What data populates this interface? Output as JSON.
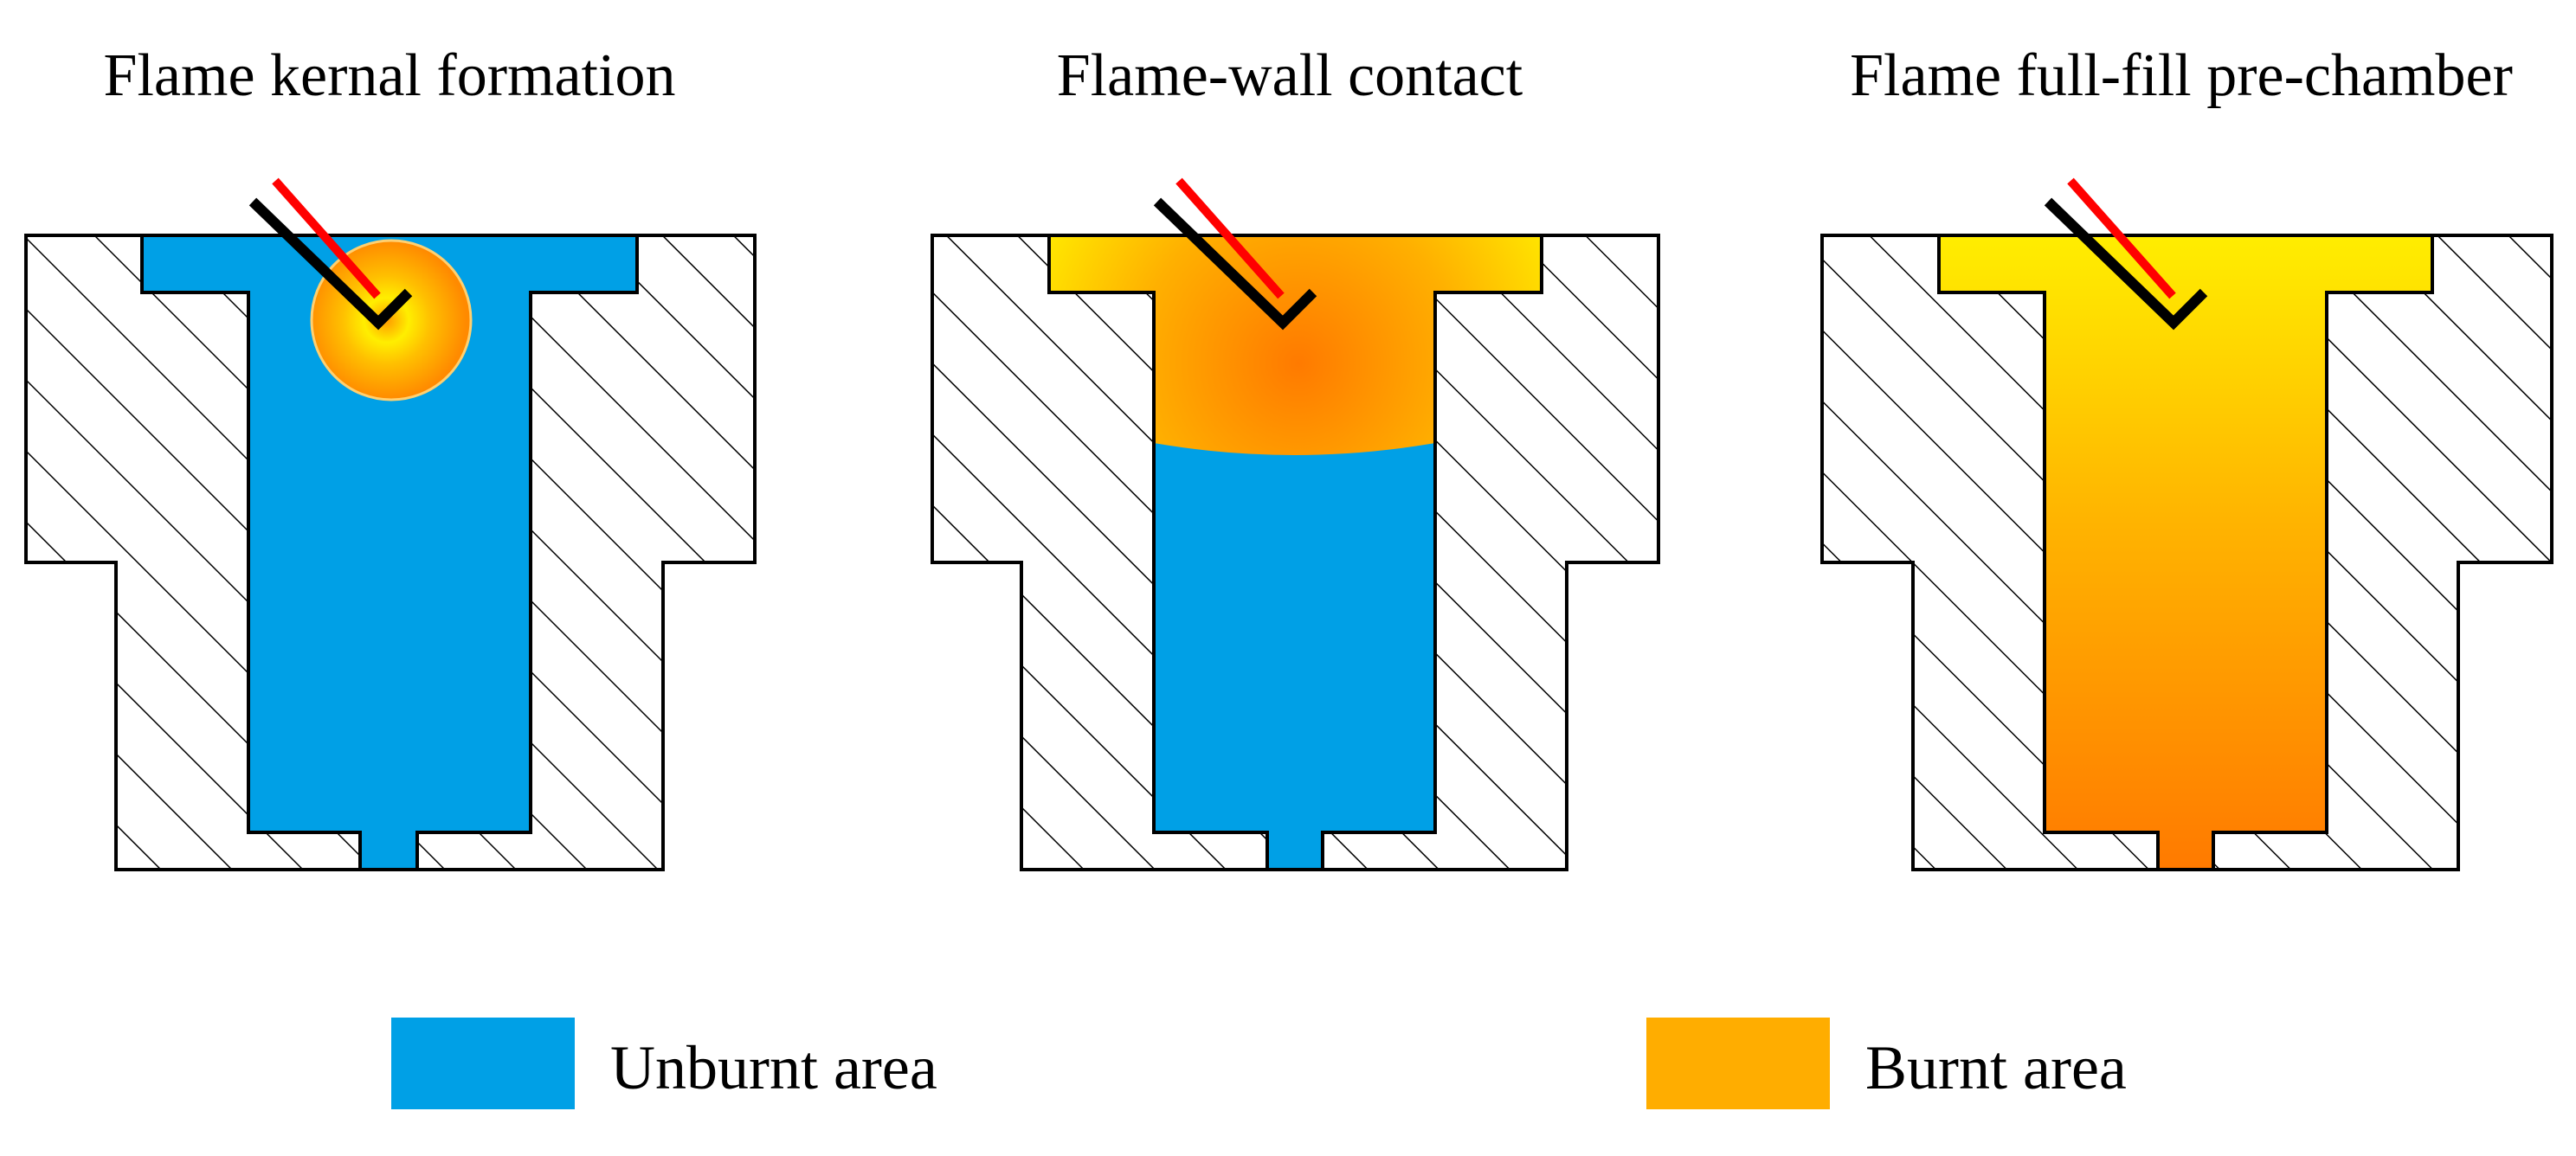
{
  "panels": [
    {
      "id": "p1",
      "title": "Flame kernal formation",
      "state": "kernel"
    },
    {
      "id": "p2",
      "title": "Flame-wall contact",
      "state": "wall-contact"
    },
    {
      "id": "p3",
      "title": "Flame full-fill pre-chamber",
      "state": "full"
    }
  ],
  "legend": {
    "unburnt": {
      "label": "Unburnt area",
      "color": "#00a0e6"
    },
    "burnt": {
      "label": "Burnt area",
      "color": "#ffad00"
    }
  },
  "colors": {
    "unburnt": "#00a0e6",
    "flame_yellow": "#ffee00",
    "flame_orange": "#ff8000",
    "wall_outline": "#000000",
    "electrode_red": "#ff0000",
    "electrode_black": "#000000"
  },
  "icons": {
    "electrode": "spark-plug-electrode-icon",
    "wall": "hatched-wall"
  }
}
